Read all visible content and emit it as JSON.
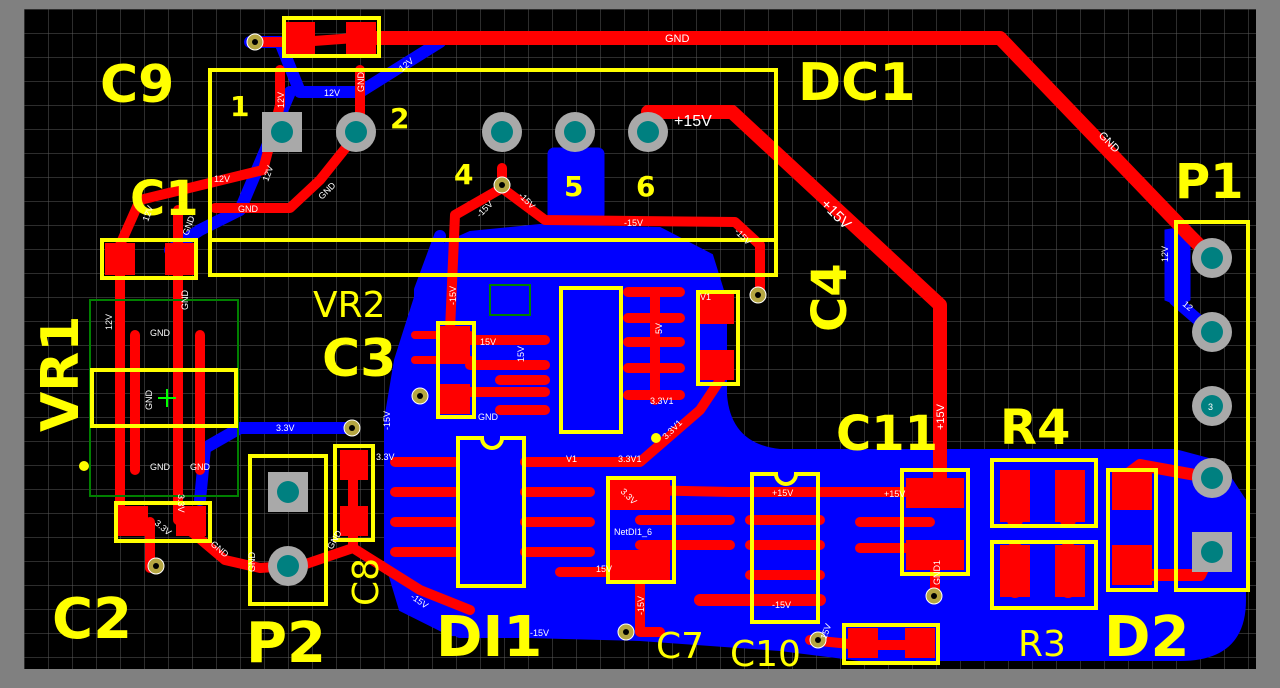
{
  "designators": {
    "C9": "C9",
    "C1": "C1",
    "C2": "C2",
    "C3": "C3",
    "C4": "C4",
    "C7": "C7",
    "C8": "C8",
    "C10": "C10",
    "C11": "C11",
    "DC1": "DC1",
    "VR1": "VR1",
    "VR2": "VR2",
    "P1": "P1",
    "P2": "P2",
    "R3": "R3",
    "R4": "R4",
    "D2": "D2",
    "DI1": "DI1"
  },
  "pin_numbers": {
    "dc1_pin1": "1",
    "dc1_pin2": "2",
    "dc1_pin4": "4",
    "dc1_pin5": "5",
    "dc1_pin6": "6",
    "p1_pin3": "3"
  },
  "nets": {
    "gnd": "GND",
    "v12": "12V",
    "pos15": "+15V",
    "neg15": "-15V",
    "v3p3": "3.3V",
    "v3p3_1": "3.3V1",
    "v5": "5V",
    "netdi1_6": "NetDI1_6",
    "gnd1": "GND1",
    "v1": "V1",
    "v15": "15V",
    "net12": "12"
  },
  "colors": {
    "board": "#000000",
    "grid": "#5a5a5a",
    "top_copper": "#ff0000",
    "bottom_copper": "#0000ff",
    "silkscreen": "#ffff00",
    "pad": "#a9a9a9",
    "pad_hole": "#008080",
    "via": "#b5a642",
    "outline": "#008000",
    "frame": "#808080"
  }
}
